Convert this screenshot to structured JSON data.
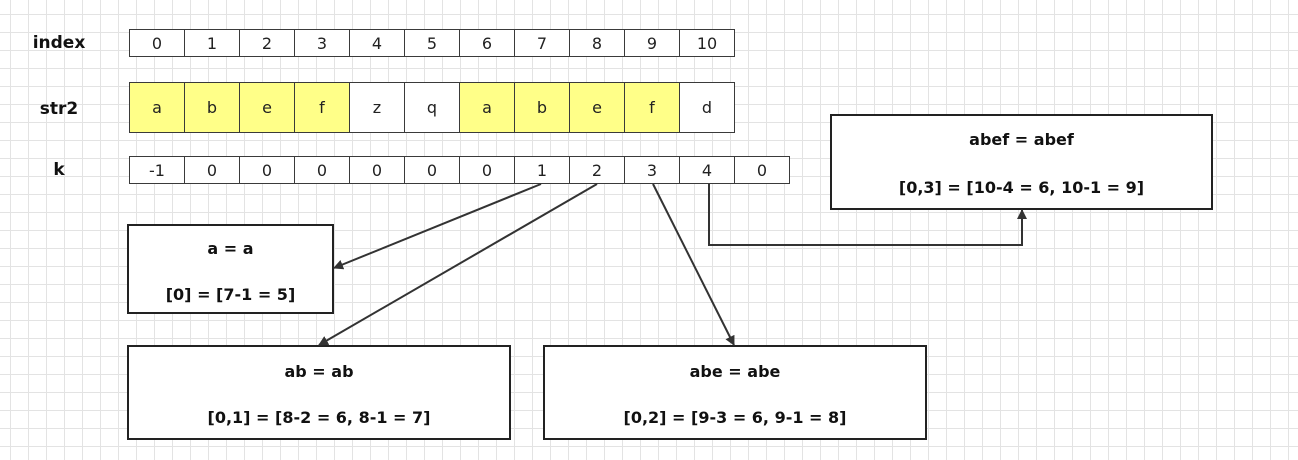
{
  "labels": {
    "index": "index",
    "str2": "str2",
    "k": "k"
  },
  "index_cells": [
    "0",
    "1",
    "2",
    "3",
    "4",
    "5",
    "6",
    "7",
    "8",
    "9",
    "10"
  ],
  "str2_cells": [
    {
      "v": "a",
      "hl": true
    },
    {
      "v": "b",
      "hl": true
    },
    {
      "v": "e",
      "hl": true
    },
    {
      "v": "f",
      "hl": true
    },
    {
      "v": "z",
      "hl": false
    },
    {
      "v": "q",
      "hl": false
    },
    {
      "v": "a",
      "hl": true
    },
    {
      "v": "b",
      "hl": true
    },
    {
      "v": "e",
      "hl": true
    },
    {
      "v": "f",
      "hl": true
    },
    {
      "v": "d",
      "hl": false
    }
  ],
  "k_cells": [
    "-1",
    "0",
    "0",
    "0",
    "0",
    "0",
    "0",
    "1",
    "2",
    "3",
    "4",
    "0"
  ],
  "boxes": {
    "a": {
      "title": "a = a",
      "detail": "[0] = [7-1 = 5]"
    },
    "ab": {
      "title": "ab = ab",
      "detail": "[0,1] = [8-2 = 6, 8-1 = 7]"
    },
    "abe": {
      "title": "abe = abe",
      "detail": "[0,2] = [9-3 = 6, 9-1 = 8]"
    },
    "abef": {
      "title": "abef = abef",
      "detail": "[0,3] = [10-4 = 6, 10-1 = 9]"
    }
  },
  "colors": {
    "highlight": "#ffff88",
    "border": "#3a3a3a",
    "grid": "#e3e3e3"
  }
}
